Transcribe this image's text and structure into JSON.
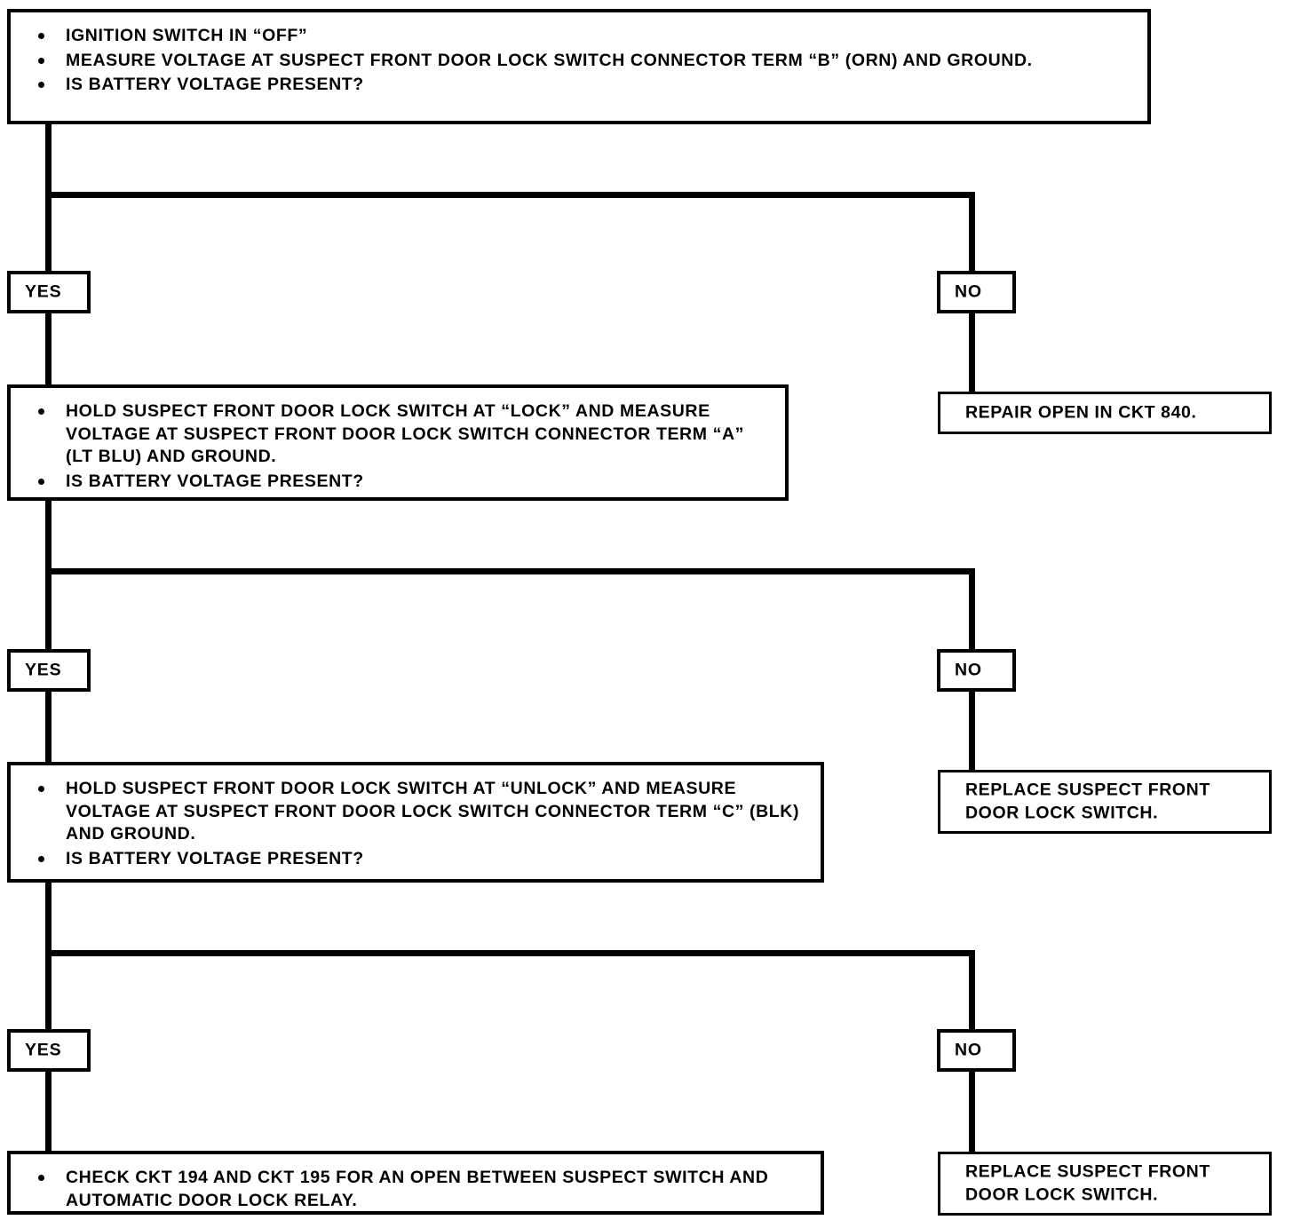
{
  "diagram": {
    "title": "Front Door Lock Switch Diagnostic Flow Chart",
    "type": "flowchart",
    "line_color": "#000000",
    "background_color": "#ffffff"
  },
  "steps": {
    "step1": {
      "bullets": [
        "IGNITION SWITCH IN “OFF”",
        "MEASURE VOLTAGE AT SUSPECT FRONT DOOR LOCK SWITCH CONNECTOR TERM “B” (ORN) AND GROUND.",
        "IS BATTERY VOLTAGE PRESENT?"
      ]
    },
    "step2": {
      "bullets": [
        "HOLD SUSPECT FRONT DOOR LOCK SWITCH AT “LOCK” AND MEASURE VOLTAGE AT SUSPECT FRONT DOOR LOCK SWITCH CONNECTOR TERM “A” (LT BLU) AND GROUND.",
        "IS BATTERY VOLTAGE PRESENT?"
      ]
    },
    "step3": {
      "bullets": [
        "HOLD SUSPECT FRONT DOOR LOCK SWITCH AT “UNLOCK” AND MEASURE VOLTAGE AT SUSPECT FRONT DOOR LOCK SWITCH CONNECTOR TERM “C” (BLK) AND GROUND.",
        "IS BATTERY VOLTAGE PRESENT?"
      ]
    },
    "step4": {
      "bullets": [
        "CHECK CKT 194 AND CKT 195 FOR AN OPEN BETWEEN SUSPECT SWITCH AND AUTOMATIC DOOR LOCK RELAY."
      ]
    }
  },
  "branches": {
    "yes1": "YES",
    "no1": "NO",
    "yes2": "YES",
    "no2": "NO",
    "yes3": "YES",
    "no3": "NO"
  },
  "results": {
    "result1": "REPAIR OPEN IN CKT 840.",
    "result2": "REPLACE SUSPECT FRONT\nDOOR LOCK SWITCH.",
    "result3": "REPLACE SUSPECT FRONT\nDOOR LOCK SWITCH."
  }
}
